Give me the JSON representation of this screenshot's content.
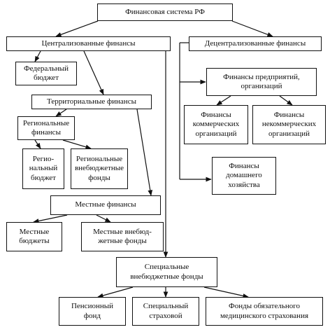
{
  "nodes": {
    "root": "Финансовая система РФ",
    "central": "Централизованные финансы",
    "decentral": "Децентрализованные финансы",
    "federal_budget": "Федеральный\nбюджет",
    "territorial": "Территориальные финансы",
    "regional": "Региональные\nфинансы",
    "regional_budget": "Регио-\nнальный\nбюджет",
    "regional_extrabudget": "Региональные\nвнебюджетные\nфонды",
    "local": "Местные финансы",
    "local_budgets": "Местные\nбюджеты",
    "local_extrabudget": "Местные внебюд-\nжетные фонды",
    "enterprises": "Финансы предприятий,\nорганизаций",
    "commercial": "Финансы\nкоммерческих\nорганизаций",
    "noncommercial": "Финансы\nнекоммерческих\nорганизаций",
    "household": "Финансы\nдомашнего\nхозяйства",
    "special_funds": "Специальные\nвнебюджетные фонды",
    "pension": "Пенсионный\nфонд",
    "social_insurance": "Специальный\nстраховой",
    "medical_insurance": "Фонды обязательного\nмедицинского страхования"
  }
}
